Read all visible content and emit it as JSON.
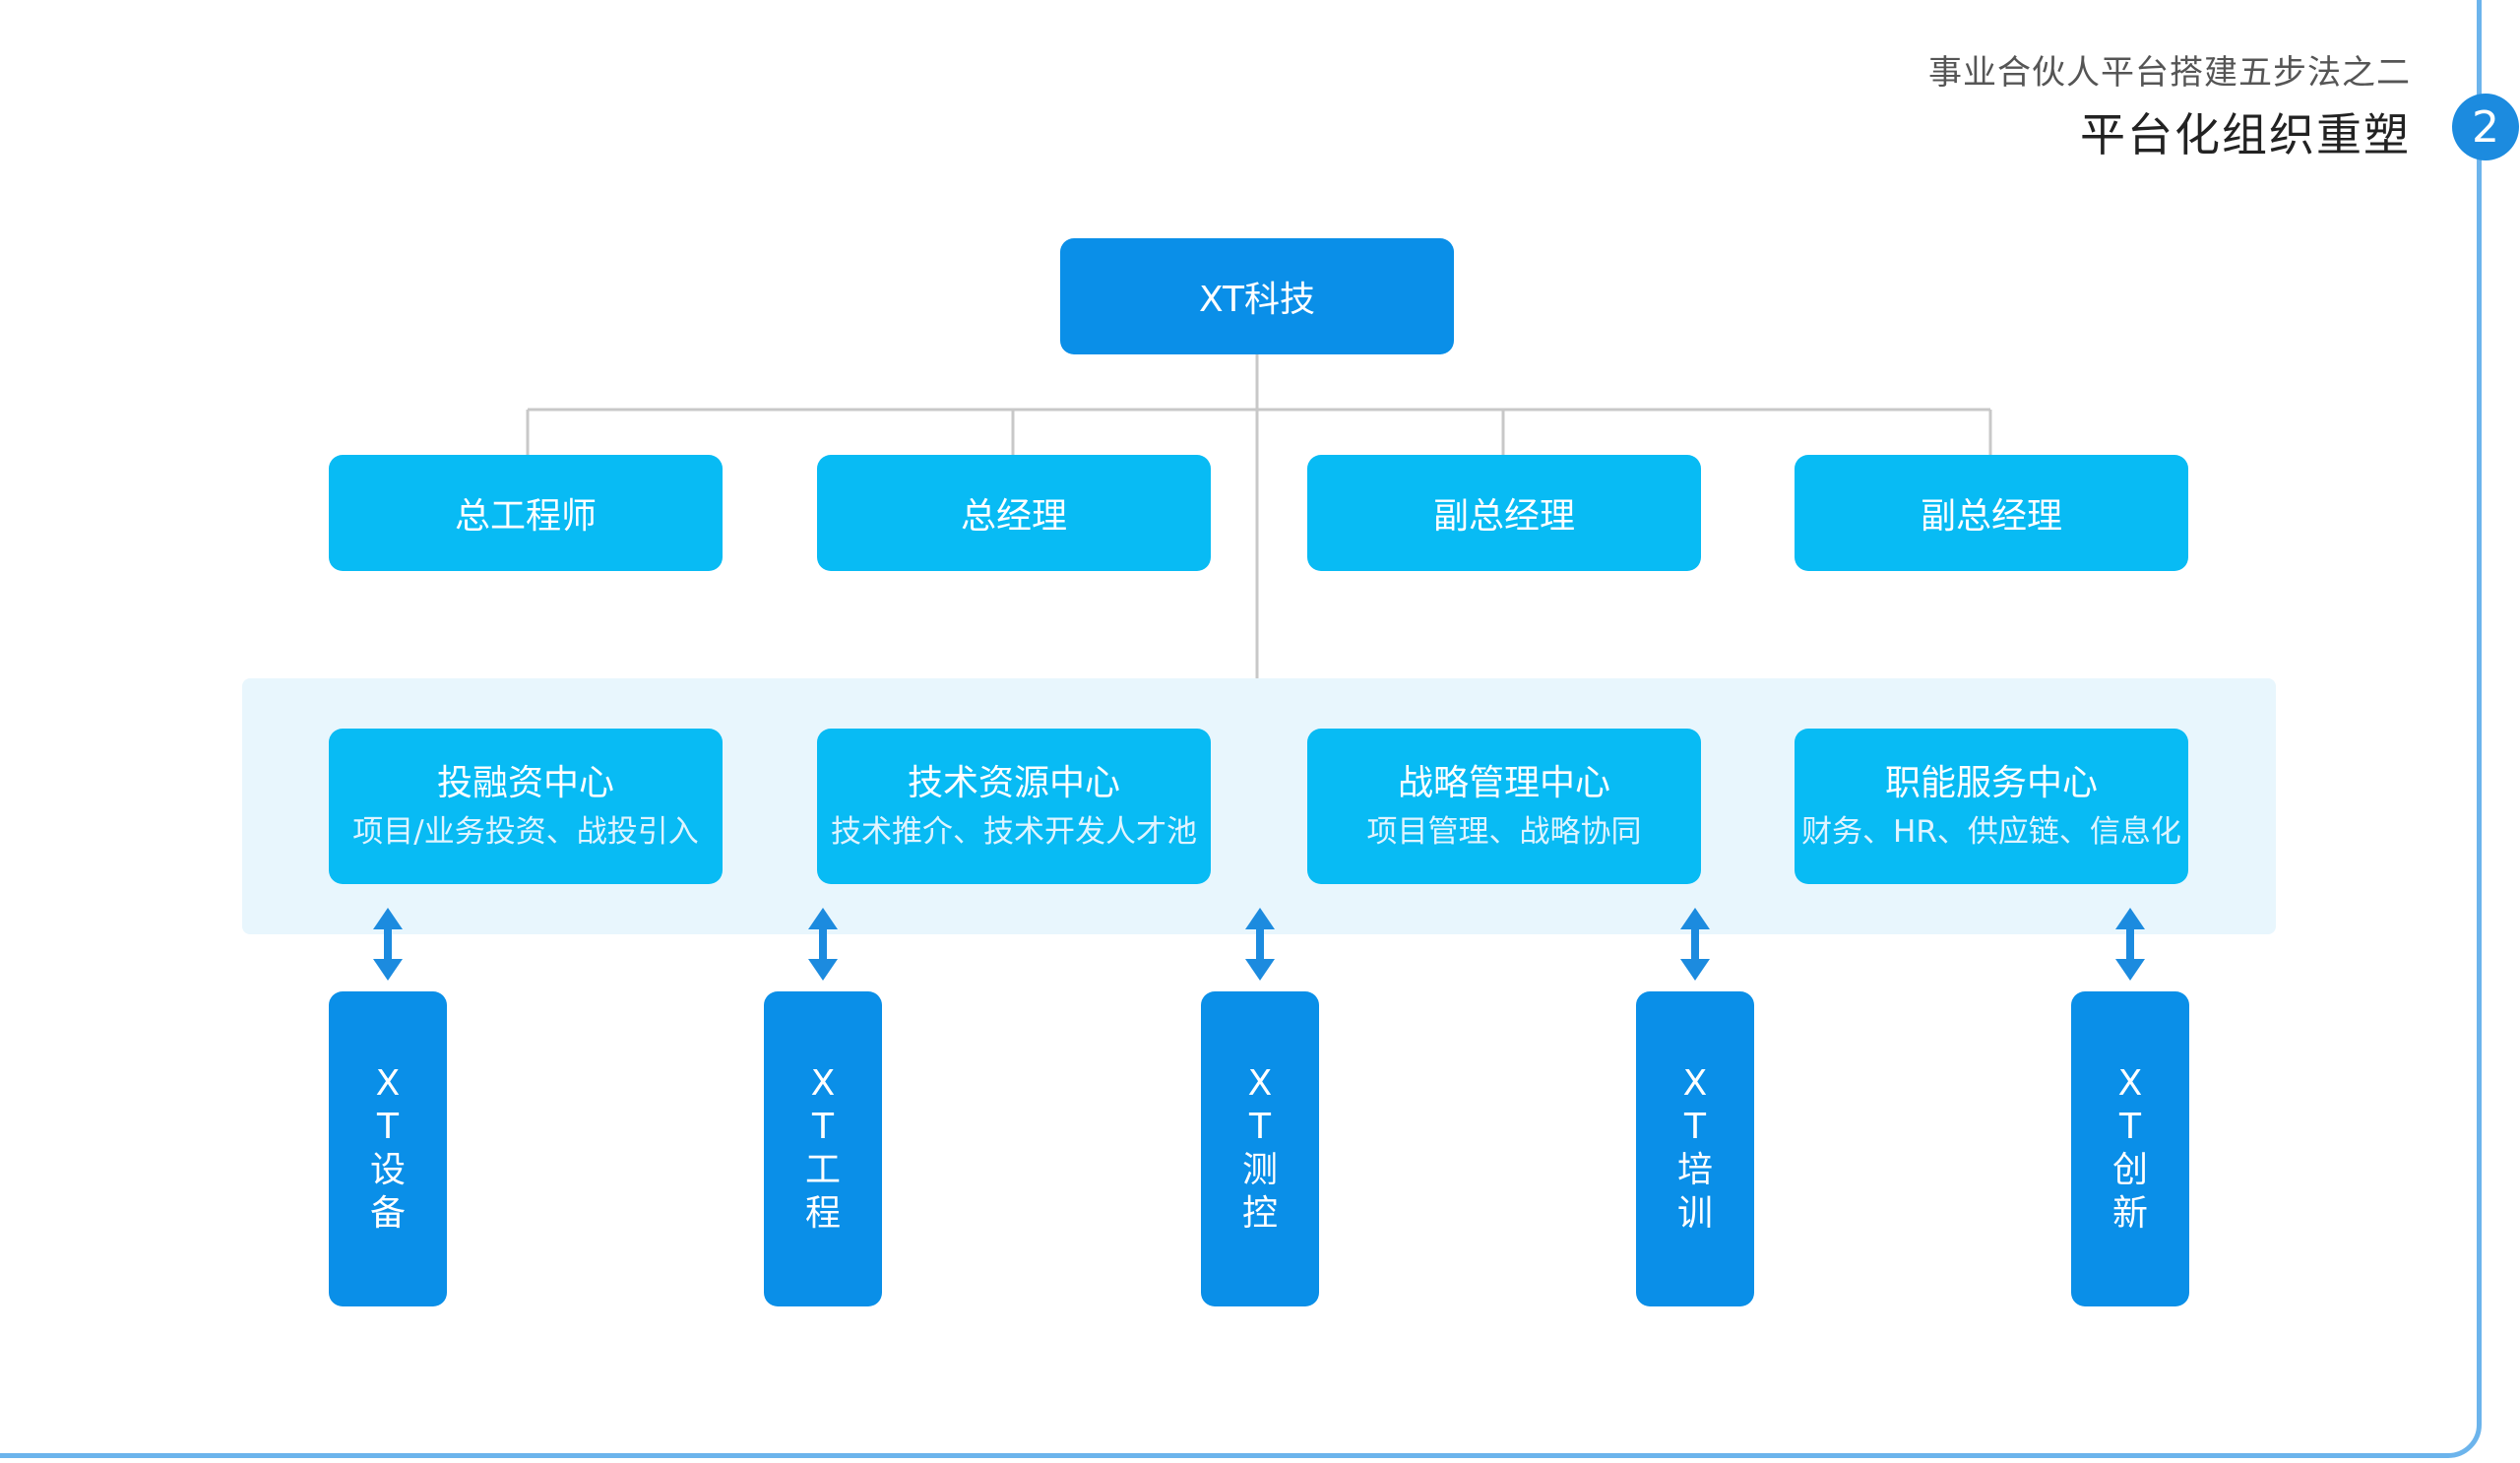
{
  "header": {
    "subtitle": "事业合伙人平台搭建五步法之二",
    "title": "平台化组织重塑",
    "step_number": "2"
  },
  "colors": {
    "frame": "#6cb4ec",
    "primary_blue": "#0a8fe8",
    "light_blue": "#08bbf4",
    "band": "#e8f6fd",
    "connector": "#c8c8c8",
    "arrow": "#1c8bdf"
  },
  "org": {
    "root": "XT科技",
    "executives": [
      "总工程师",
      "总经理",
      "副总经理",
      "副总经理"
    ],
    "centers": [
      {
        "name": "投融资中心",
        "desc": "项目/业务投资、战投引入"
      },
      {
        "name": "技术资源中心",
        "desc": "技术推介、技术开发人才池"
      },
      {
        "name": "战略管理中心",
        "desc": "项目管理、战略协同"
      },
      {
        "name": "职能服务中心",
        "desc": "财务、HR、供应链、信息化"
      }
    ],
    "subsidiaries": [
      {
        "chars": [
          "X",
          "T",
          "设",
          "备"
        ]
      },
      {
        "chars": [
          "X",
          "T",
          "工",
          "程"
        ]
      },
      {
        "chars": [
          "X",
          "T",
          "测",
          "控"
        ]
      },
      {
        "chars": [
          "X",
          "T",
          "培",
          "训"
        ]
      },
      {
        "chars": [
          "X",
          "T",
          "创",
          "新"
        ]
      }
    ]
  }
}
